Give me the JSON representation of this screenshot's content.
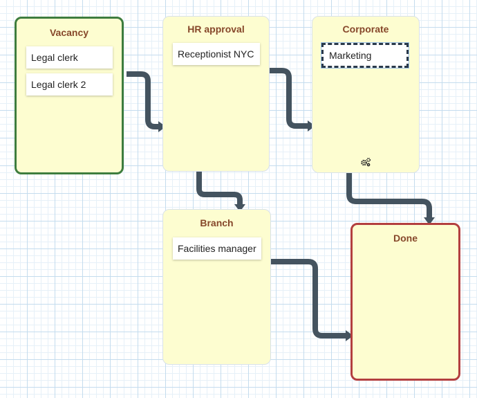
{
  "colors": {
    "lane_fill": "#fdfdd0",
    "lane_title": "#86472a",
    "start_border": "#3e7d3e",
    "end_border": "#b33f3f",
    "connector": "#44535f",
    "grid": "#c4dcee"
  },
  "lanes": {
    "vacancy": {
      "title": "Vacancy",
      "cards": [
        "Legal clerk",
        "Legal clerk 2"
      ]
    },
    "hr_approval": {
      "title": "HR approval",
      "cards": [
        "Receptionist NYC"
      ]
    },
    "corporate": {
      "title": "Corporate",
      "cards": [
        "Marketing"
      ],
      "icon": "gears-icon"
    },
    "branch": {
      "title": "Branch",
      "cards": [
        "Facilities manager"
      ]
    },
    "done": {
      "title": "Done",
      "cards": []
    }
  },
  "connections": [
    {
      "from": "Vacancy",
      "to": "HR approval"
    },
    {
      "from": "HR approval",
      "to": "Corporate"
    },
    {
      "from": "HR approval",
      "to": "Branch"
    },
    {
      "from": "Corporate",
      "to": "Done"
    },
    {
      "from": "Branch",
      "to": "Done"
    }
  ]
}
